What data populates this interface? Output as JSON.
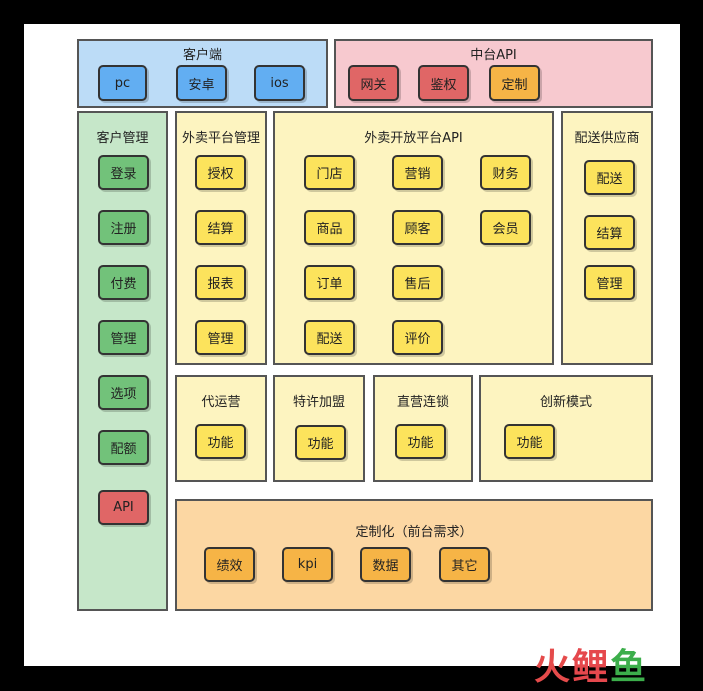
{
  "colors": {
    "client_bg": "#bcdcf7",
    "client_chip": "#62aef2",
    "api_bg": "#f7c9cf",
    "api_red": "#e06666",
    "api_orange": "#f6b446",
    "mgmt_bg": "#c6e7c9",
    "mgmt_chip": "#72c27a",
    "yellow_bg": "#fdf4c0",
    "yellow_chip": "#fce35c",
    "orange_bg": "#fcd7a3",
    "orange_chip": "#f6b446"
  },
  "client": {
    "title": "客户端",
    "items": [
      "pc",
      "安卓",
      "ios"
    ]
  },
  "mid_api": {
    "title": "中台API",
    "items": [
      "网关",
      "鉴权",
      "定制"
    ]
  },
  "customer_mgmt": {
    "title": "客户管理",
    "items": [
      "登录",
      "注册",
      "付费",
      "管理",
      "选项",
      "配额",
      "API"
    ]
  },
  "takeout_mgmt": {
    "title": "外卖平台管理",
    "items": [
      "授权",
      "结算",
      "报表",
      "管理"
    ]
  },
  "open_api": {
    "title": "外卖开放平台API",
    "items": [
      "门店",
      "营销",
      "财务",
      "商品",
      "顾客",
      "会员",
      "订单",
      "售后",
      "配送",
      "评价"
    ]
  },
  "supplier": {
    "title": "配送供应商",
    "items": [
      "配送",
      "结算",
      "管理"
    ]
  },
  "modes": [
    {
      "title": "代运营",
      "item": "功能"
    },
    {
      "title": "特许加盟",
      "item": "功能"
    },
    {
      "title": "直营连锁",
      "item": "功能"
    },
    {
      "title": "创新模式",
      "item": "功能"
    }
  ],
  "custom": {
    "title": "定制化（前台需求）",
    "items": [
      "绩效",
      "kpi",
      "数据",
      "其它"
    ]
  },
  "logo": {
    "part1": "火",
    "part2": "鲤",
    "part3": "鱼"
  }
}
